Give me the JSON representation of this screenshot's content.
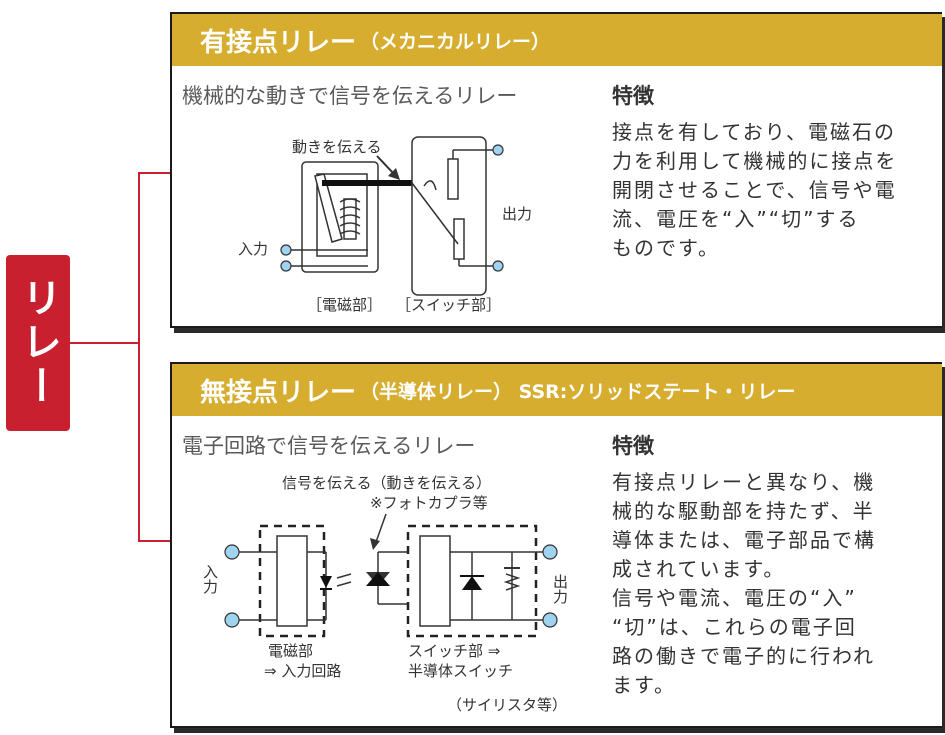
{
  "left_tab": {
    "label": "リレー"
  },
  "mechanical": {
    "title": "有接点リレー",
    "title_sub": "（メカニカルリレー）",
    "subtitle": "機械的な動きで信号を伝えるリレー",
    "diagram": {
      "motion_label": "動きを伝える",
      "input_label": "入力",
      "output_label": "出力",
      "magnetic_label": "［電磁部］",
      "switch_label": "［スイッチ部］"
    },
    "features_title": "特徴",
    "features_text": "接点を有しており、電磁石の\n力を利用して機械的に接点を\n開閉させることで、信号や電\n流、電圧を“入”“切”する\nものです。"
  },
  "solid_state": {
    "title": "無接点リレー",
    "title_sub": "（半導体リレー） SSR:ソリッドステート・リレー",
    "subtitle": "電子回路で信号を伝えるリレー",
    "diagram": {
      "signal_label": "信号を伝える（動きを伝える）",
      "photocoupler_label": "※フォトカプラ等",
      "input_label": "入力",
      "output_label": "出力",
      "input_circuit_label_1": "電磁部",
      "input_circuit_label_2": "⇒ 入力回路",
      "switch_label_1": "スイッチ部 ⇒",
      "switch_label_2": "半導体スイッチ",
      "thyristor_label": "（サイリスタ等）"
    },
    "features_title": "特徴",
    "features_text": "有接点リレーと異なり、機\n械的な駆動部を持たず、半\n導体または、電子部品で構\n成されています。\n信号や電流、電圧の“入”\n“切”は、これらの電子回\n路の働きで電子的に行われ\nます。"
  },
  "colors": {
    "accent_red": "#c8202e",
    "header_gold": "#d6ad2e",
    "terminal_blue": "#9fd3ef"
  }
}
